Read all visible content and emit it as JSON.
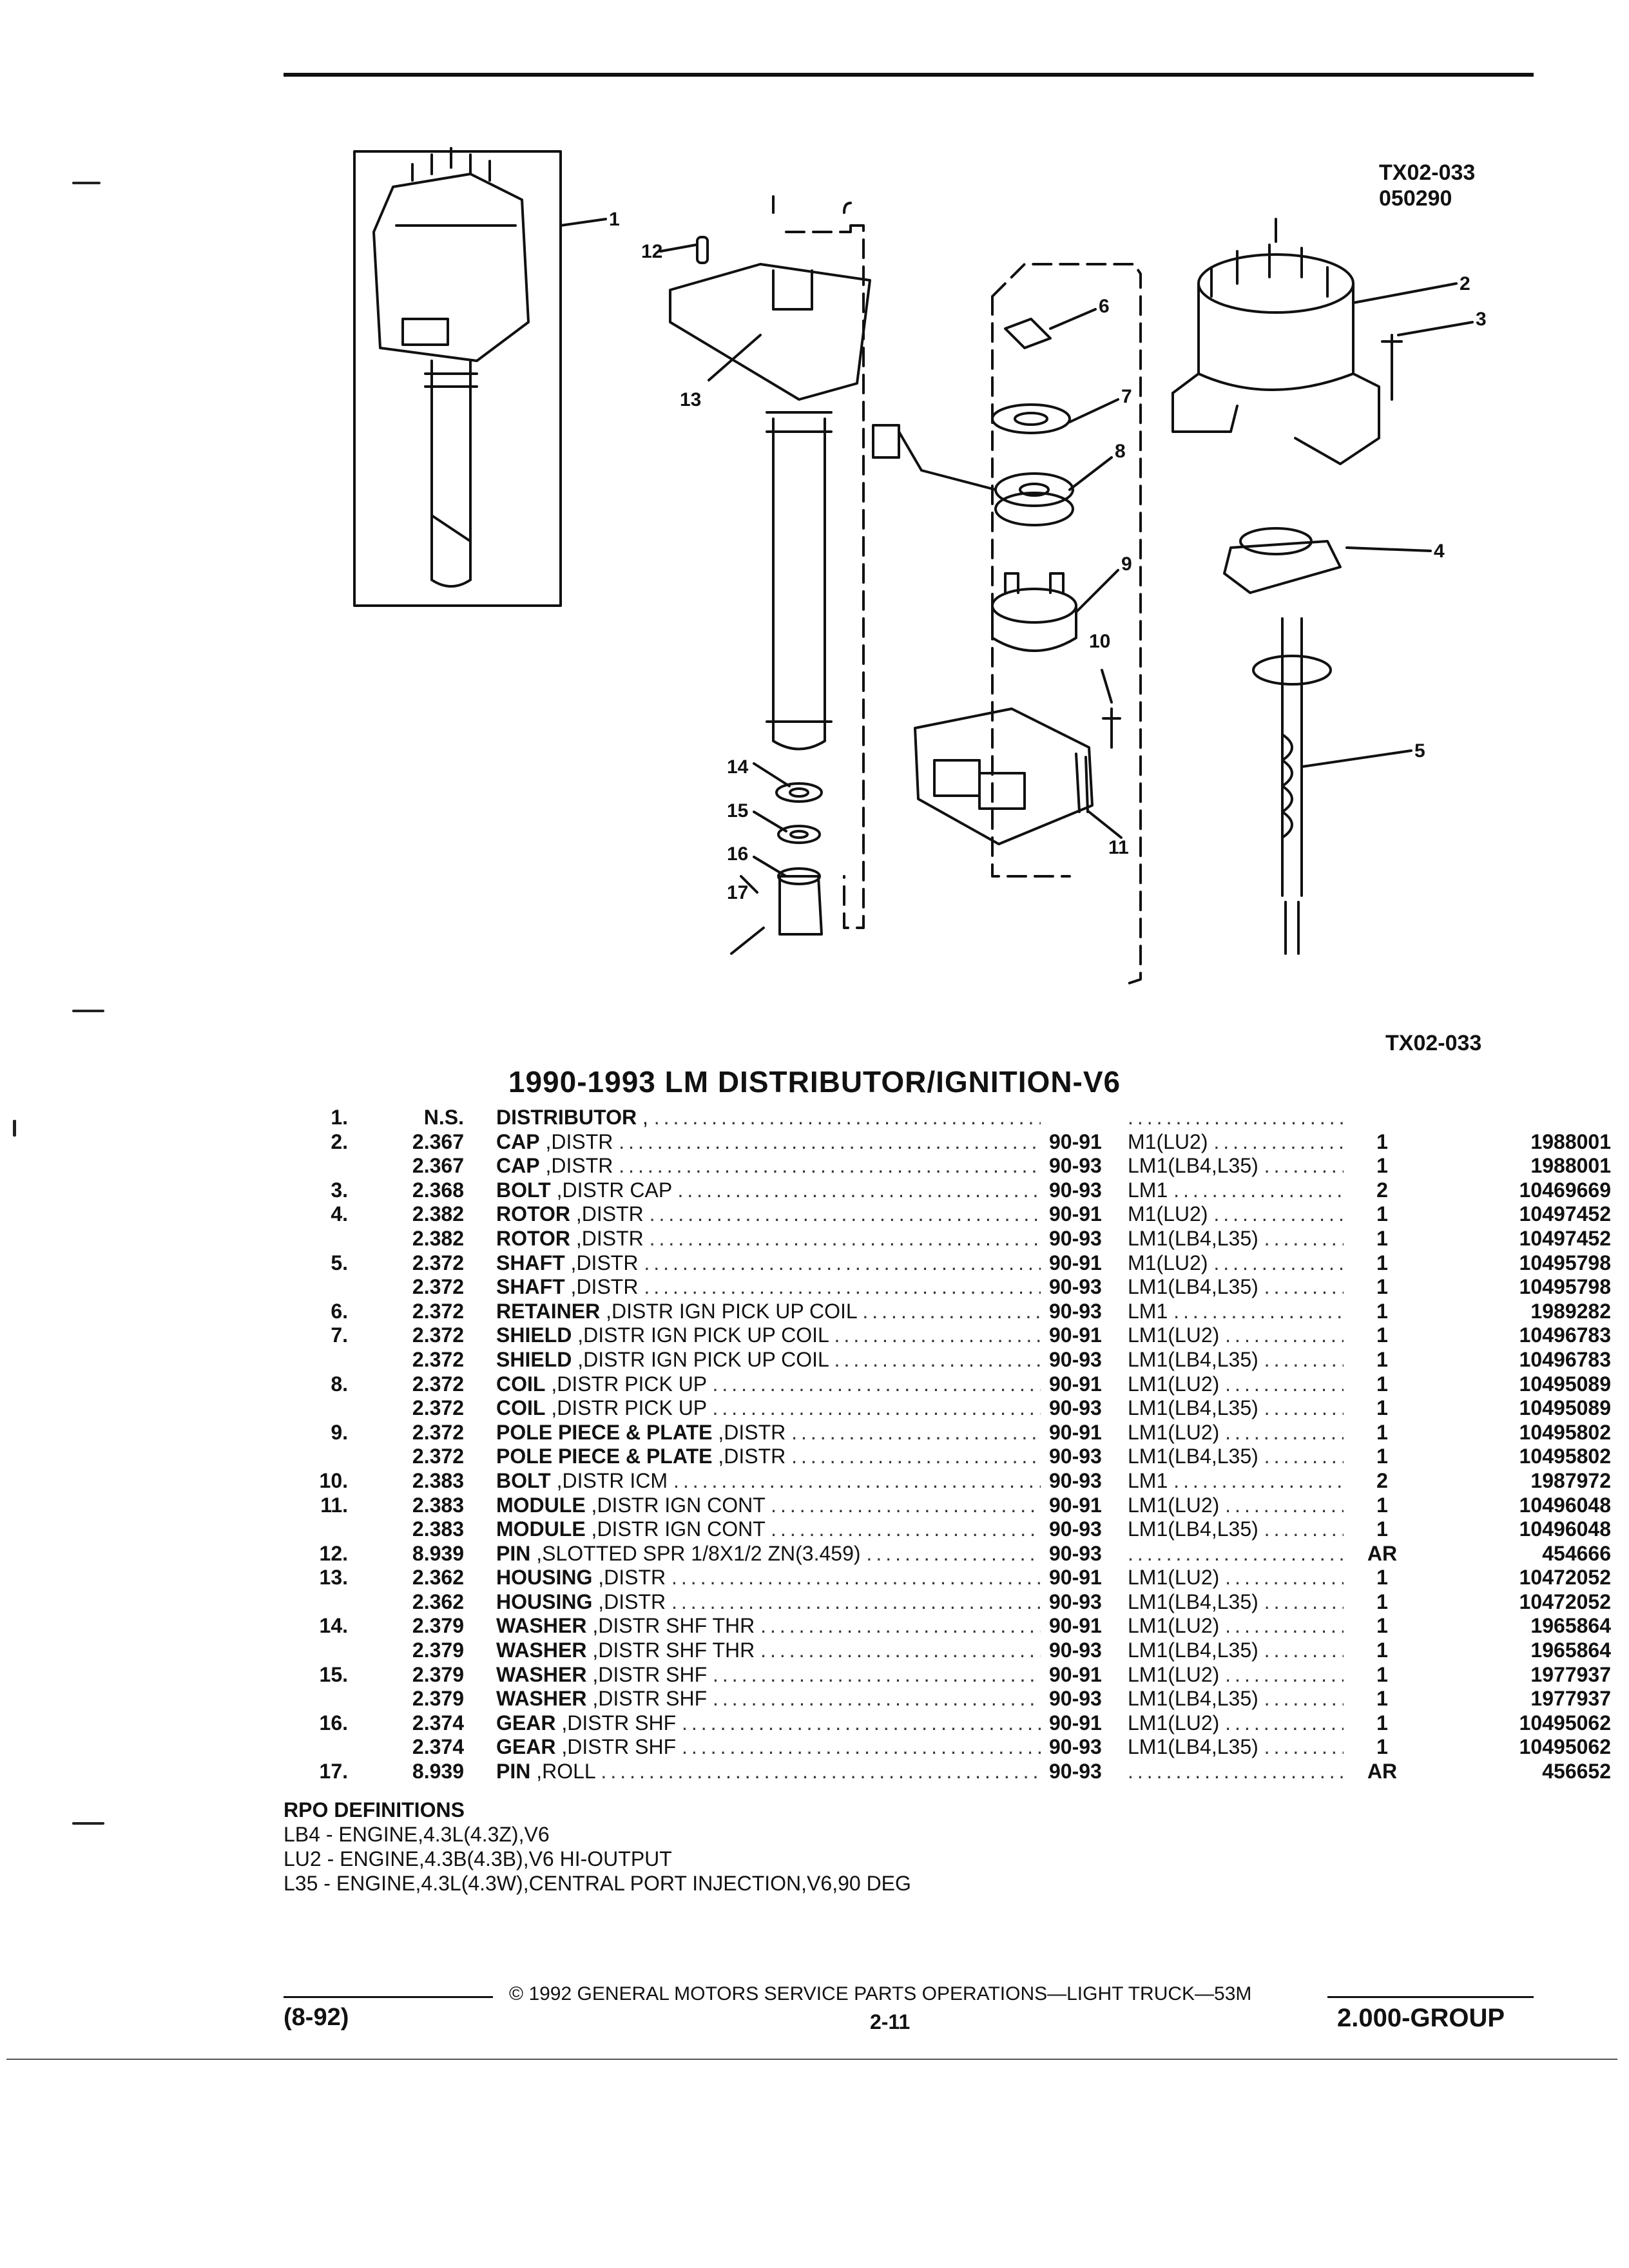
{
  "figure": {
    "code_top": "TX02-033",
    "date_code": "050290",
    "code_bottom": "TX02-033",
    "callouts": [
      "1",
      "2",
      "3",
      "4",
      "5",
      "6",
      "7",
      "8",
      "9",
      "10",
      "11",
      "12",
      "13",
      "14",
      "15",
      "16",
      "17"
    ]
  },
  "title": "1990-1993 LM DISTRIBUTOR/IGNITION-V6",
  "rows": [
    {
      "item": "1.",
      "grp": "N.S.",
      "name": "DISTRIBUTOR",
      "desc": ",",
      "year": "",
      "model": "",
      "qty": "",
      "part": ""
    },
    {
      "item": "2.",
      "grp": "2.367",
      "name": "CAP",
      "desc": ",DISTR",
      "year": "90-91",
      "model": "M1(LU2)",
      "qty": "1",
      "part": "1988001"
    },
    {
      "item": "",
      "grp": "2.367",
      "name": "CAP",
      "desc": ",DISTR",
      "year": "90-93",
      "model": "LM1(LB4,L35)",
      "qty": "1",
      "part": "1988001"
    },
    {
      "item": "3.",
      "grp": "2.368",
      "name": "BOLT",
      "desc": ",DISTR CAP",
      "year": "90-93",
      "model": "LM1",
      "qty": "2",
      "part": "10469669"
    },
    {
      "item": "4.",
      "grp": "2.382",
      "name": "ROTOR",
      "desc": ",DISTR",
      "year": "90-91",
      "model": "M1(LU2)",
      "qty": "1",
      "part": "10497452"
    },
    {
      "item": "",
      "grp": "2.382",
      "name": "ROTOR",
      "desc": ",DISTR",
      "year": "90-93",
      "model": "LM1(LB4,L35)",
      "qty": "1",
      "part": "10497452"
    },
    {
      "item": "5.",
      "grp": "2.372",
      "name": "SHAFT",
      "desc": ",DISTR",
      "year": "90-91",
      "model": "M1(LU2)",
      "qty": "1",
      "part": "10495798"
    },
    {
      "item": "",
      "grp": "2.372",
      "name": "SHAFT",
      "desc": ",DISTR",
      "year": "90-93",
      "model": "LM1(LB4,L35)",
      "qty": "1",
      "part": "10495798"
    },
    {
      "item": "6.",
      "grp": "2.372",
      "name": "RETAINER",
      "desc": ",DISTR IGN PICK UP COIL",
      "year": "90-93",
      "model": "LM1",
      "qty": "1",
      "part": "1989282"
    },
    {
      "item": "7.",
      "grp": "2.372",
      "name": "SHIELD",
      "desc": ",DISTR IGN PICK UP COIL",
      "year": "90-91",
      "model": "LM1(LU2)",
      "qty": "1",
      "part": "10496783"
    },
    {
      "item": "",
      "grp": "2.372",
      "name": "SHIELD",
      "desc": ",DISTR IGN PICK UP COIL",
      "year": "90-93",
      "model": "LM1(LB4,L35)",
      "qty": "1",
      "part": "10496783"
    },
    {
      "item": "8.",
      "grp": "2.372",
      "name": "COIL",
      "desc": ",DISTR PICK UP",
      "year": "90-91",
      "model": "LM1(LU2)",
      "qty": "1",
      "part": "10495089"
    },
    {
      "item": "",
      "grp": "2.372",
      "name": "COIL",
      "desc": ",DISTR PICK UP",
      "year": "90-93",
      "model": "LM1(LB4,L35)",
      "qty": "1",
      "part": "10495089"
    },
    {
      "item": "9.",
      "grp": "2.372",
      "name": "POLE PIECE & PLATE",
      "desc": ",DISTR",
      "year": "90-91",
      "model": "LM1(LU2)",
      "qty": "1",
      "part": "10495802"
    },
    {
      "item": "",
      "grp": "2.372",
      "name": "POLE PIECE & PLATE",
      "desc": ",DISTR",
      "year": "90-93",
      "model": "LM1(LB4,L35)",
      "qty": "1",
      "part": "10495802"
    },
    {
      "item": "10.",
      "grp": "2.383",
      "name": "BOLT",
      "desc": ",DISTR ICM",
      "year": "90-93",
      "model": "LM1",
      "qty": "2",
      "part": "1987972"
    },
    {
      "item": "11.",
      "grp": "2.383",
      "name": "MODULE",
      "desc": ",DISTR IGN CONT",
      "year": "90-91",
      "model": "LM1(LU2)",
      "qty": "1",
      "part": "10496048"
    },
    {
      "item": "",
      "grp": "2.383",
      "name": "MODULE",
      "desc": ",DISTR IGN CONT",
      "year": "90-93",
      "model": "LM1(LB4,L35)",
      "qty": "1",
      "part": "10496048"
    },
    {
      "item": "12.",
      "grp": "8.939",
      "name": "PIN",
      "desc": ",SLOTTED SPR 1/8X1/2 ZN(3.459)",
      "year": "90-93",
      "model": "",
      "qty": "AR",
      "part": "454666"
    },
    {
      "item": "13.",
      "grp": "2.362",
      "name": "HOUSING",
      "desc": ",DISTR",
      "year": "90-91",
      "model": "LM1(LU2)",
      "qty": "1",
      "part": "10472052"
    },
    {
      "item": "",
      "grp": "2.362",
      "name": "HOUSING",
      "desc": ",DISTR",
      "year": "90-93",
      "model": "LM1(LB4,L35)",
      "qty": "1",
      "part": "10472052"
    },
    {
      "item": "14.",
      "grp": "2.379",
      "name": "WASHER",
      "desc": ",DISTR SHF THR",
      "year": "90-91",
      "model": "LM1(LU2)",
      "qty": "1",
      "part": "1965864"
    },
    {
      "item": "",
      "grp": "2.379",
      "name": "WASHER",
      "desc": ",DISTR SHF THR",
      "year": "90-93",
      "model": "LM1(LB4,L35)",
      "qty": "1",
      "part": "1965864"
    },
    {
      "item": "15.",
      "grp": "2.379",
      "name": "WASHER",
      "desc": ",DISTR SHF",
      "year": "90-91",
      "model": "LM1(LU2)",
      "qty": "1",
      "part": "1977937"
    },
    {
      "item": "",
      "grp": "2.379",
      "name": "WASHER",
      "desc": ",DISTR SHF",
      "year": "90-93",
      "model": "LM1(LB4,L35)",
      "qty": "1",
      "part": "1977937"
    },
    {
      "item": "16.",
      "grp": "2.374",
      "name": "GEAR",
      "desc": ",DISTR SHF",
      "year": "90-91",
      "model": "LM1(LU2)",
      "qty": "1",
      "part": "10495062"
    },
    {
      "item": "",
      "grp": "2.374",
      "name": "GEAR",
      "desc": ",DISTR SHF",
      "year": "90-93",
      "model": "LM1(LB4,L35)",
      "qty": "1",
      "part": "10495062"
    },
    {
      "item": "17.",
      "grp": "8.939",
      "name": "PIN",
      "desc": ",ROLL",
      "year": "90-93",
      "model": "",
      "qty": "AR",
      "part": "456652"
    }
  ],
  "rpo": {
    "heading": "RPO DEFINITIONS",
    "lines": [
      "LB4 - ENGINE,4.3L(4.3Z),V6",
      "LU2 - ENGINE,4.3B(4.3B),V6 HI-OUTPUT",
      "L35 - ENGINE,4.3L(4.3W),CENTRAL PORT INJECTION,V6,90 DEG"
    ]
  },
  "footer": {
    "copyright": "© 1992 GENERAL MOTORS SERVICE PARTS OPERATIONS—LIGHT TRUCK—53M",
    "left": "(8-92)",
    "page": "2-11",
    "right": "2.000-GROUP"
  }
}
